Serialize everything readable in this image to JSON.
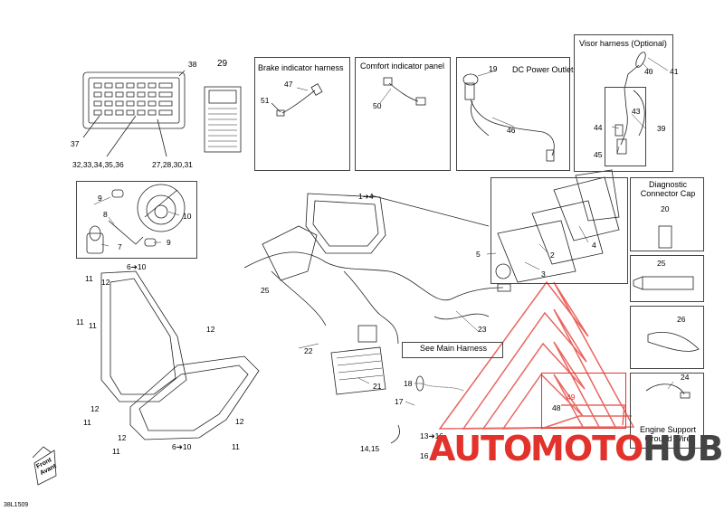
{
  "boxes": {
    "brake": "Brake indicator harness",
    "comfort": "Comfort indicator panel",
    "dc": "DC Power Outlet",
    "visor": "Visor harness (Optional)",
    "diag": "Diagnostic Connector Cap",
    "main": "See Main Harness",
    "engine": "Engine Support Ground Wire"
  },
  "labels": {
    "l38": "38",
    "l29": "29",
    "l37": "37",
    "l3236": "32,33,34,35,36",
    "l2731": "27,28,30,31",
    "l47": "47",
    "l51": "51",
    "l50": "50",
    "l19": "19",
    "l46": "46",
    "l40": "40",
    "l41": "41",
    "l43": "43",
    "l44": "44",
    "l39": "39",
    "l45": "45",
    "l14": "1➔4",
    "l9a": "9",
    "l10": "10",
    "l8": "8",
    "l7": "7",
    "l9b": "9",
    "l5": "5",
    "l2": "2",
    "l4": "4",
    "l3": "3",
    "l20": "20",
    "l25b": "25",
    "l26": "26",
    "l610a": "6➔10",
    "l11a": "11",
    "l12a": "12",
    "l11b": "11",
    "l11c": "11",
    "l12b": "12",
    "l25a": "25",
    "l22": "22",
    "l23": "23",
    "l21": "21",
    "l18": "18",
    "l17": "17",
    "l1316": "13➔16",
    "l1415": "14,15",
    "l16": "16",
    "l49": "49",
    "l48": "48",
    "l24": "24",
    "l12c": "12",
    "l11d": "11",
    "l12d": "12",
    "l12e": "12",
    "l11e": "11",
    "l11f": "11",
    "l610b": "6➔10",
    "front": "Front",
    "avant": "Avant",
    "code": "38L1509"
  },
  "watermark": {
    "a": "AUTO",
    "b": "MOTO",
    "c": "HUB",
    "color": "#e2322b",
    "dark": "#444444"
  }
}
